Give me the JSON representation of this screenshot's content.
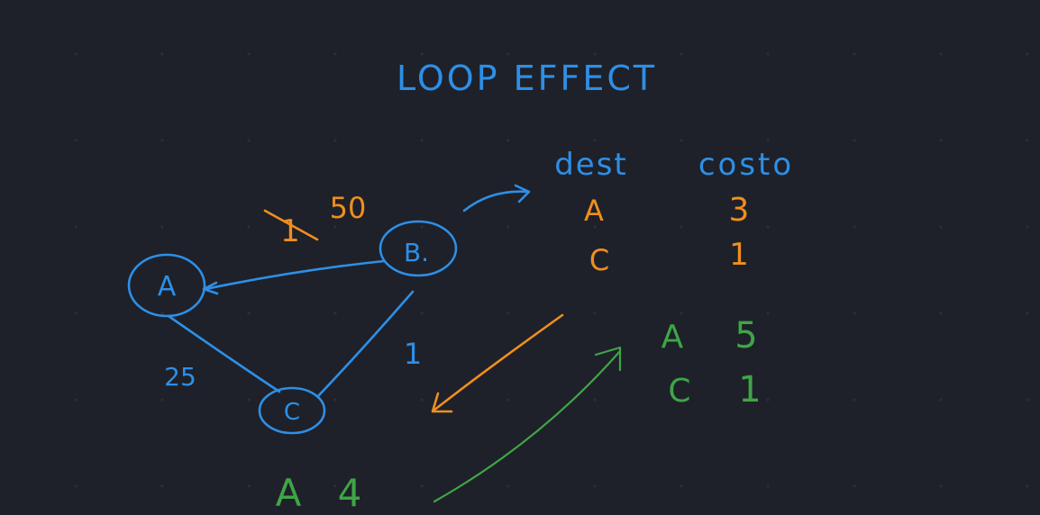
{
  "title": "LOOP EFFECT",
  "colors": {
    "background": "#1e2129",
    "blue": "#2e8fe6",
    "orange": "#ef8f1e",
    "green": "#3fa546"
  },
  "nodes": {
    "a": "A",
    "b": "B.",
    "c": "C"
  },
  "edges": {
    "a_b_old_weight": "1",
    "a_b_new_weight": "50",
    "a_c_weight": "25",
    "b_c_weight": "1"
  },
  "table_b": {
    "header_dest": "dest",
    "header_cost": "costo",
    "rows": [
      {
        "dest": "A",
        "cost": "3"
      },
      {
        "dest": "C",
        "cost": "1"
      }
    ]
  },
  "table_c": {
    "rows": [
      {
        "dest": "A",
        "cost": "5"
      },
      {
        "dest": "C",
        "cost": "1"
      }
    ]
  },
  "bottom_entry": {
    "dest": "A",
    "cost": "4"
  }
}
